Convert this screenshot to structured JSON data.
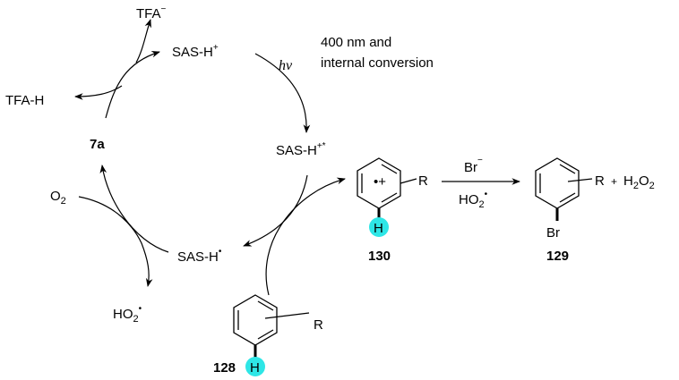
{
  "cycle": {
    "tfa_anion": "TFA",
    "tfa_anion_sup": "−",
    "sas_h_plus": "SAS-H",
    "sas_h_plus_sup": "+",
    "tfa_h": "TFA-H",
    "compound_7a": "7a",
    "sas_h_excited": "SAS-H",
    "sas_h_excited_sup": "+*",
    "o2": "O",
    "o2_sub": "2",
    "sas_h_radical": "SAS-H",
    "sas_h_radical_sup": "•",
    "ho2_radical": "HO",
    "ho2_radical_sub": "2",
    "ho2_radical_sup": "•",
    "hv": "hν",
    "excitation_note_line1": "400 nm and",
    "excitation_note_line2": "internal conversion"
  },
  "substrate_128": {
    "label": "128",
    "r_group": "R",
    "h_atom": "H",
    "highlight_color": "#2ee6e6"
  },
  "intermediate_130": {
    "label": "130",
    "r_group": "R",
    "h_atom": "H",
    "radical_cation": "•+",
    "highlight_color": "#2ee6e6"
  },
  "reaction_arrow": {
    "reagent_top": "Br",
    "reagent_top_sup": "−",
    "reagent_bottom": "HO",
    "reagent_bottom_sub": "2",
    "reagent_bottom_sup": "•"
  },
  "product_129": {
    "label": "129",
    "r_group": "R",
    "br_atom": "Br",
    "plus": "+",
    "coproduct": "H",
    "coproduct_sub": "2",
    "coproduct_tail": "O",
    "coproduct_tail_sub": "2"
  }
}
